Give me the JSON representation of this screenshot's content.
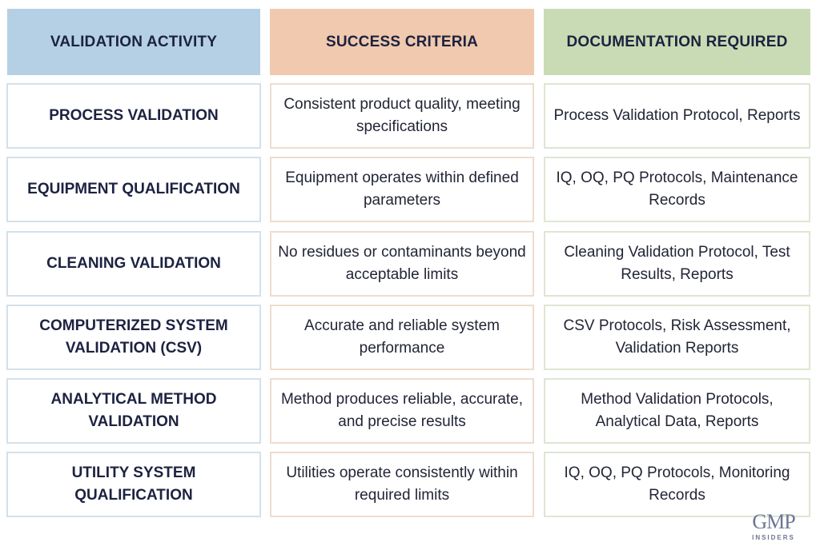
{
  "headers": {
    "activity": "VALIDATION ACTIVITY",
    "criteria": "SUCCESS CRITERIA",
    "documentation": "DOCUMENTATION REQUIRED"
  },
  "colors": {
    "activity_header": "#b5d0e4",
    "criteria_header": "#f0c9ae",
    "documentation_header": "#c9dbb4",
    "text": "#1c2240"
  },
  "rows": [
    {
      "activity": "PROCESS VALIDATION",
      "criteria": "Consistent product quality, meeting specifications",
      "documentation": "Process Validation Protocol, Reports"
    },
    {
      "activity": "EQUIPMENT QUALIFICATION",
      "criteria": "Equipment operates within defined parameters",
      "documentation": "IQ, OQ, PQ Protocols, Maintenance Records"
    },
    {
      "activity": "CLEANING VALIDATION",
      "criteria": "No residues or contaminants beyond acceptable limits",
      "documentation": "Cleaning Validation Protocol, Test Results, Reports"
    },
    {
      "activity": "COMPUTERIZED SYSTEM VALIDATION (CSV)",
      "criteria": "Accurate and reliable system performance",
      "documentation": "CSV Protocols, Risk Assessment, Validation Reports"
    },
    {
      "activity": "ANALYTICAL METHOD VALIDATION",
      "criteria": "Method produces reliable, accurate, and precise results",
      "documentation": "Method Validation Protocols, Analytical Data, Reports"
    },
    {
      "activity": "UTILITY SYSTEM QUALIFICATION",
      "criteria": "Utilities operate consistently within required limits",
      "documentation": "IQ, OQ, PQ Protocols, Monitoring Records"
    }
  ],
  "logo": {
    "mark": "GMP",
    "subtitle": "INSIDERS",
    "icon": "microscope-icon"
  }
}
